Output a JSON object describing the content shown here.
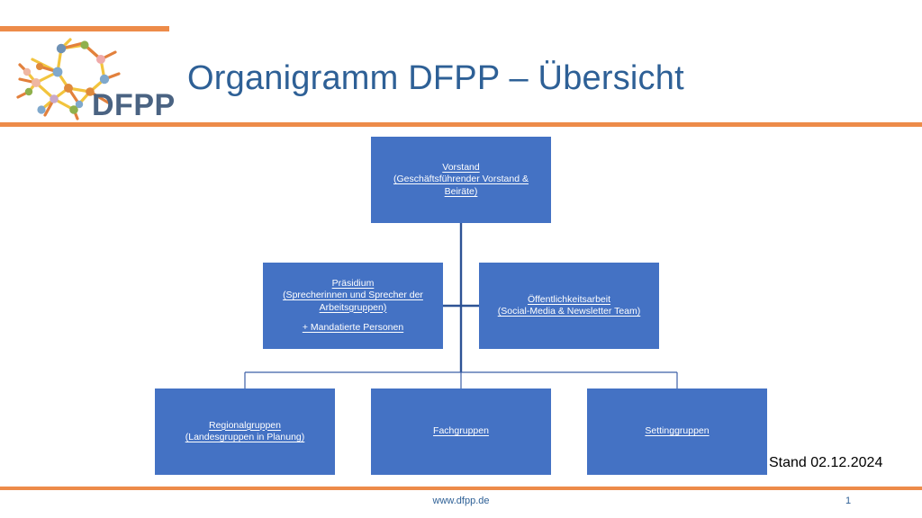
{
  "slide": {
    "title": "Organigramm DFPP – Übersicht",
    "logo_wordmark": "DFPP",
    "accent_orange": "#ED8B49",
    "title_blue": "#2E6096",
    "node_blue": "#4472C4",
    "connector_blue": "#2E5395"
  },
  "chart_data": {
    "type": "diagram",
    "title": "Organigramm DFPP – Übersicht",
    "orientation": "top-down",
    "levels": 3,
    "nodes": [
      {
        "id": "vorstand",
        "level": 1,
        "lines": [
          {
            "text": "Vorstand",
            "gap": false
          },
          {
            "text": "(Geschäftsführender Vorstand &",
            "gap": false
          },
          {
            "text": "Beiräte)",
            "gap": false
          }
        ]
      },
      {
        "id": "praesidium",
        "level": 2,
        "lines": [
          {
            "text": "Präsidium",
            "gap": false
          },
          {
            "text": "(Sprecherinnen und Sprecher der",
            "gap": false
          },
          {
            "text": "Arbeitsgruppen)",
            "gap": false
          },
          {
            "text": "+ Mandatierte Personen",
            "gap": true
          }
        ]
      },
      {
        "id": "oeffentlichkeitsarbeit",
        "level": 2,
        "lines": [
          {
            "text": "Öffentlichkeitsarbeit",
            "gap": false
          },
          {
            "text": "(Social-Media & Newsletter Team)",
            "gap": false
          }
        ]
      },
      {
        "id": "regionalgruppen",
        "level": 3,
        "lines": [
          {
            "text": "Regionalgruppen",
            "gap": false
          },
          {
            "text": "(Landesgruppen in Planung)",
            "gap": false
          }
        ]
      },
      {
        "id": "fachgruppen",
        "level": 3,
        "lines": [
          {
            "text": "Fachgruppen",
            "gap": false
          }
        ]
      },
      {
        "id": "settinggruppen",
        "level": 3,
        "lines": [
          {
            "text": "Settinggruppen",
            "gap": false
          }
        ]
      }
    ],
    "edges": [
      {
        "from": "vorstand",
        "to": "praesidium"
      },
      {
        "from": "vorstand",
        "to": "oeffentlichkeitsarbeit"
      },
      {
        "from": "vorstand",
        "to": "regionalgruppen"
      },
      {
        "from": "vorstand",
        "to": "fachgruppen"
      },
      {
        "from": "vorstand",
        "to": "settinggruppen"
      }
    ]
  },
  "footer": {
    "stand": "Stand 02.12.2024",
    "url": "www.dfpp.de",
    "page_number": "1"
  }
}
